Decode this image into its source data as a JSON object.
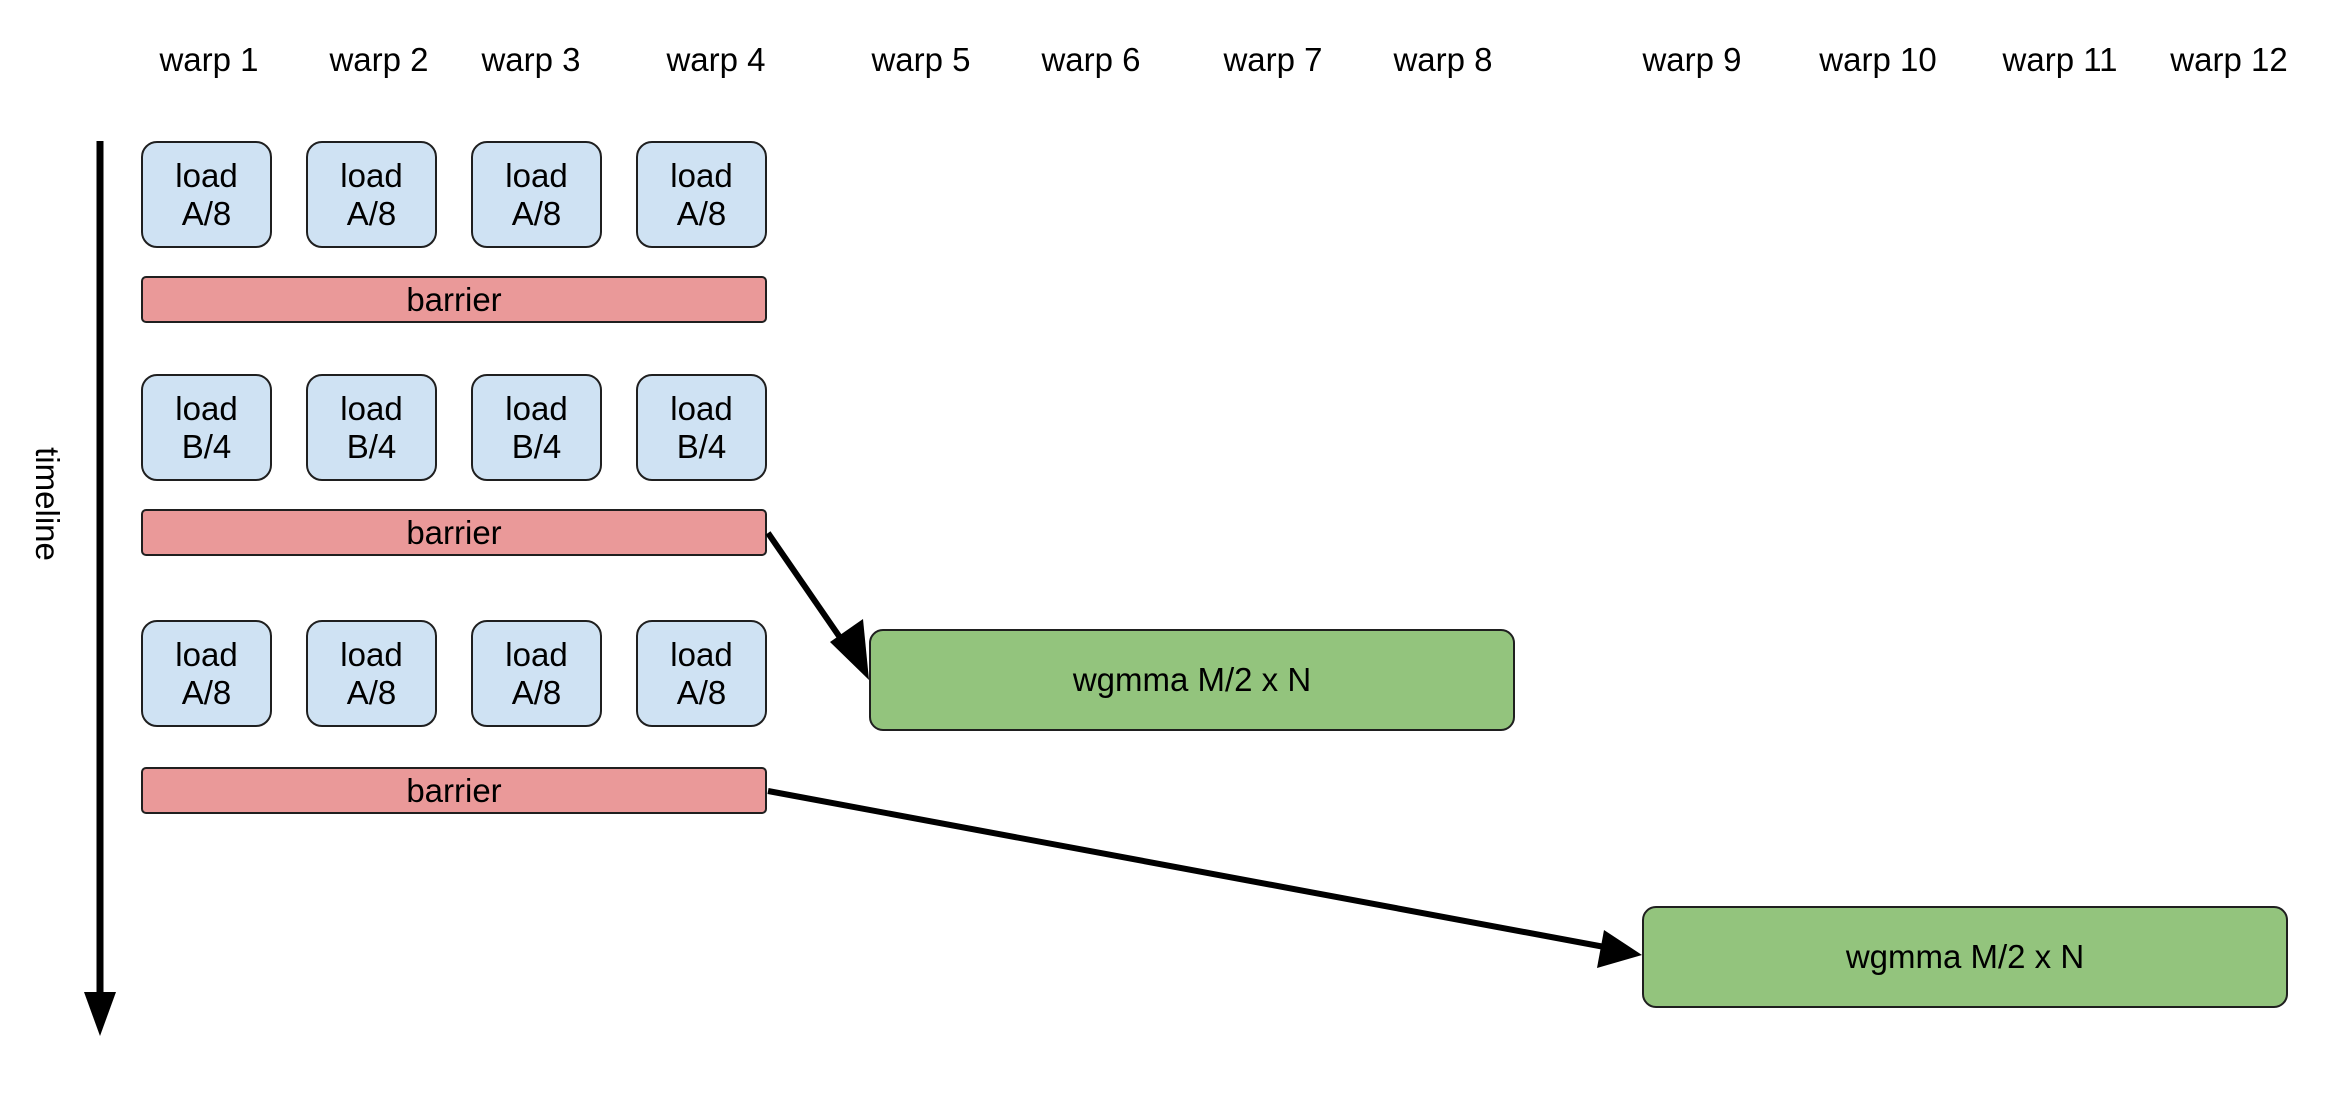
{
  "warps": [
    "warp 1",
    "warp 2",
    "warp 3",
    "warp 4",
    "warp 5",
    "warp 6",
    "warp 7",
    "warp 8",
    "warp 9",
    "warp 10",
    "warp 11",
    "warp 12"
  ],
  "timeline_label": "timeline",
  "stages": [
    {
      "loads": [
        [
          "load",
          "A/8"
        ],
        [
          "load",
          "A/8"
        ],
        [
          "load",
          "A/8"
        ],
        [
          "load",
          "A/8"
        ]
      ],
      "barrier": "barrier"
    },
    {
      "loads": [
        [
          "load",
          "B/4"
        ],
        [
          "load",
          "B/4"
        ],
        [
          "load",
          "B/4"
        ],
        [
          "load",
          "B/4"
        ]
      ],
      "barrier": "barrier"
    },
    {
      "loads": [
        [
          "load",
          "A/8"
        ],
        [
          "load",
          "A/8"
        ],
        [
          "load",
          "A/8"
        ],
        [
          "load",
          "A/8"
        ]
      ],
      "barrier": "barrier"
    }
  ],
  "wgmma": [
    {
      "label": "wgmma M/2 x N",
      "warps": "warp 5 - warp 8"
    },
    {
      "label": "wgmma M/2 x N",
      "warps": "warp 9 - warp 12"
    }
  ],
  "colors": {
    "load_fill": "#cfe2f3",
    "barrier_fill": "#ea9999",
    "wgmma_fill": "#93c47d",
    "arrow": "#000000"
  }
}
